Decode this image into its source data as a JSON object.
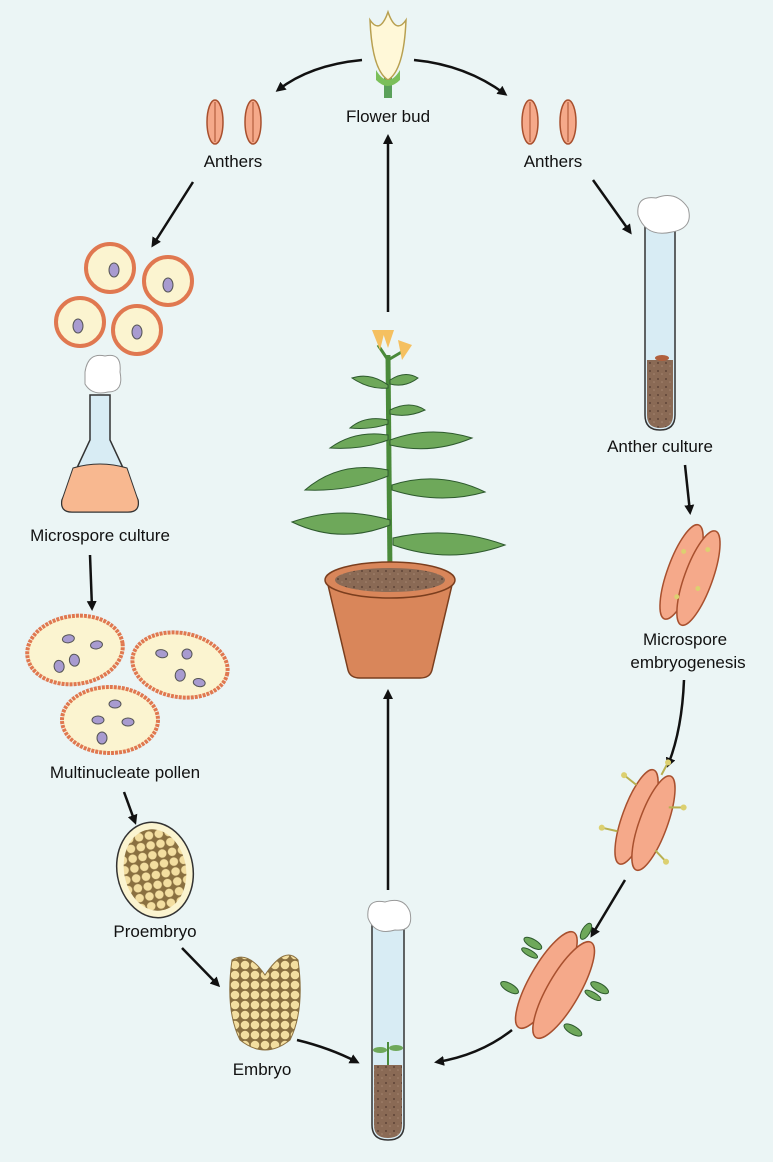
{
  "labels": {
    "flower_bud": "Flower bud",
    "anthers_left": "Anthers",
    "anthers_right": "Anthers",
    "microspore_culture": "Microspore culture",
    "multinucleate_pollen": "Multinucleate pollen",
    "proembryo": "Proembryo",
    "embryo": "Embryo",
    "anther_culture": "Anther culture",
    "microspore_embryogenesis_1": "Microspore",
    "microspore_embryogenesis_2": "embryogenesis"
  },
  "colors": {
    "background": "#ebf5f5",
    "anther": "#f5a98a",
    "pollen_fill": "#fbf4d0",
    "nucleus": "#a89bd0",
    "leaf": "#6ea85a",
    "pot": "#d9865a",
    "soil": "#8a6a50"
  }
}
